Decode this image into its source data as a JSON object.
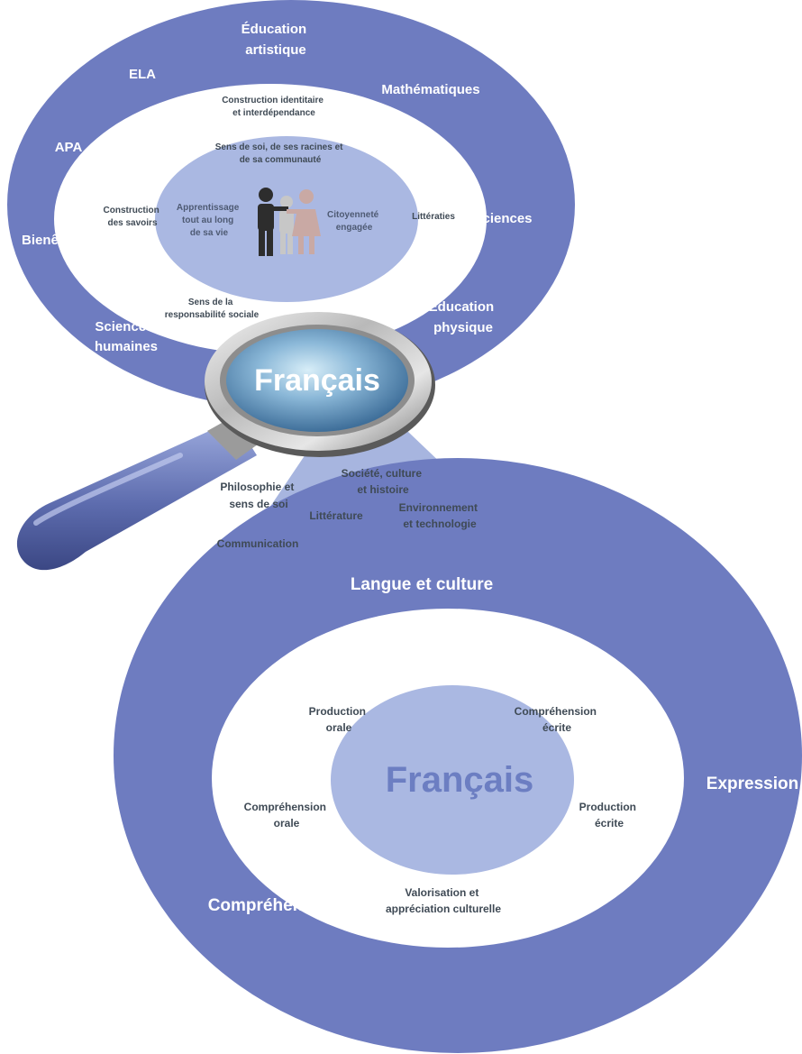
{
  "colors": {
    "ring": "#6e7cc0",
    "inner_oval": "#aab8e2",
    "beam": "#a7b5df",
    "white": "#ffffff",
    "dark_text": "#3f4a55",
    "lens_center": "#8bb8d8"
  },
  "top": {
    "outer_labels": {
      "education_artistique": [
        "Éducation",
        "artistique"
      ],
      "ela": "ELA",
      "mathematiques": "Mathématiques",
      "apa": "APA",
      "sciences": "Sciences",
      "bienetre": "Bienêtre",
      "education_physique": [
        "Éducation",
        "physique"
      ],
      "sciences_humaines": [
        "Sciences",
        "humaines"
      ]
    },
    "ring_labels": {
      "construction_identitaire": [
        "Construction identitaire",
        "et interdépendance"
      ],
      "construction_savoirs": [
        "Construction",
        "des savoirs"
      ],
      "litteraties": "Littératies",
      "responsabilite_sociale": [
        "Sens de la",
        "responsabilité sociale"
      ]
    },
    "core_labels": {
      "sens_de_soi": [
        "Sens de soi, de ses racines et",
        "de sa communauté"
      ],
      "apprentissage": [
        "Apprentissage",
        "tout au long",
        "de sa vie"
      ],
      "citoyennete": [
        "Citoyenneté",
        "engagée"
      ]
    },
    "lens_title": "Français"
  },
  "beam_labels": {
    "societe": [
      "Société, culture",
      "et histoire"
    ],
    "philosophie": [
      "Philosophie et",
      "sens de soi"
    ],
    "litterature": "Littérature",
    "environnement": [
      "Environnement",
      "et technologie"
    ],
    "communication": "Communication"
  },
  "bottom": {
    "outer_labels": {
      "langue_culture": "Langue et culture",
      "expression": "Expression",
      "comprehension": "Compréhension"
    },
    "ring_labels": {
      "production_orale": [
        "Production",
        "orale"
      ],
      "comprehension_ecrite": [
        "Compréhension",
        "écrite"
      ],
      "comprehension_orale": [
        "Compréhension",
        "orale"
      ],
      "production_ecrite": [
        "Production",
        "écrite"
      ],
      "valorisation": [
        "Valorisation et",
        "appréciation culturelle"
      ]
    },
    "center_title": "Français"
  }
}
